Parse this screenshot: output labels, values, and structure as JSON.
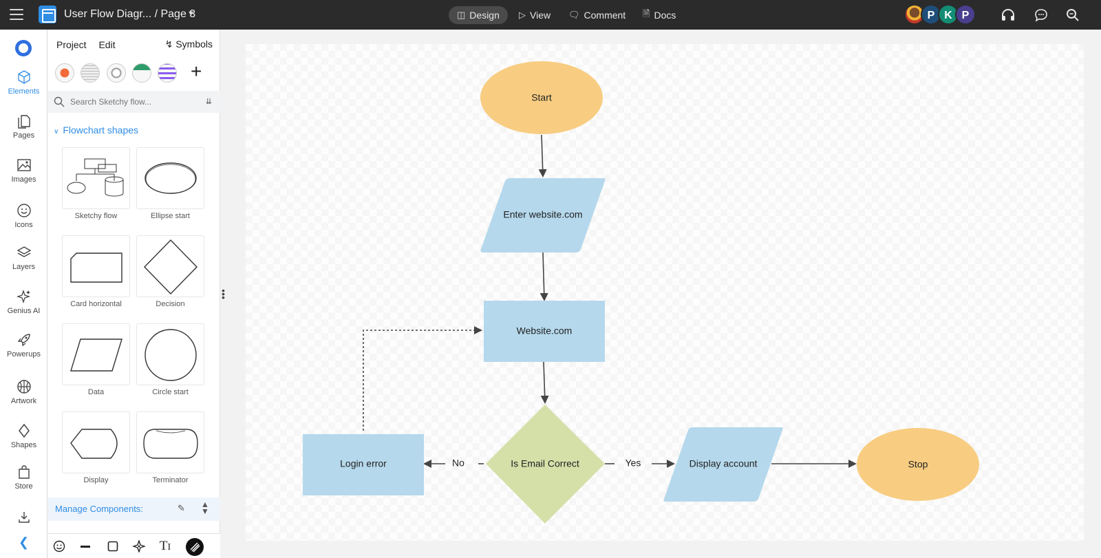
{
  "topbar": {
    "title": "User Flow Diagr... / Page 3",
    "modes": [
      {
        "label": "Design",
        "icon": "layout-icon",
        "active": true
      },
      {
        "label": "View",
        "icon": "play-icon",
        "active": false
      },
      {
        "label": "Comment",
        "icon": "comment-icon",
        "active": false
      },
      {
        "label": "Docs",
        "icon": "document-icon",
        "active": false
      }
    ],
    "avatars": [
      {
        "initial": "",
        "color": "#c0392b"
      },
      {
        "initial": "P",
        "color": "#1f4e79"
      },
      {
        "initial": "K",
        "color": "#138d75"
      },
      {
        "initial": "P",
        "color": "#4a3f8f"
      }
    ]
  },
  "leftnav": {
    "items": [
      {
        "label": "Elements",
        "icon": "cube-icon",
        "active": true
      },
      {
        "label": "Pages",
        "icon": "pages-icon",
        "active": false
      },
      {
        "label": "Images",
        "icon": "image-icon",
        "active": false
      },
      {
        "label": "Icons",
        "icon": "smiley-icon",
        "active": false
      },
      {
        "label": "Layers",
        "icon": "layers-icon",
        "active": false
      },
      {
        "label": "Genius AI",
        "icon": "sparkle-icon",
        "active": false
      },
      {
        "label": "Powerups",
        "icon": "rocket-icon",
        "active": false
      },
      {
        "label": "Artwork",
        "icon": "basketball-icon",
        "active": false
      },
      {
        "label": "Shapes",
        "icon": "diamond-icon",
        "active": false
      },
      {
        "label": "Store",
        "icon": "bag-icon",
        "active": false
      }
    ]
  },
  "panel": {
    "tabs": [
      "Project",
      "Edit"
    ],
    "symbols_label": "Symbols",
    "search_placeholder": "Search Sketchy flow...",
    "section_title": "Flowchart shapes",
    "tiles": [
      "Sketchy flow",
      "Ellipse start",
      "Card horizontal",
      "Decision",
      "Data",
      "Circle start",
      "Display",
      "Terminator"
    ],
    "manage_label": "Manage Components:"
  },
  "diagram": {
    "colors": {
      "terminal": "#f8cd82",
      "process": "#b5d8ec",
      "decision": "#d5e0a9",
      "edge": "#444444"
    },
    "nodes": {
      "start": "Start",
      "enter": "Enter website.com",
      "website": "Website.com",
      "decision": "Is Email Correct",
      "login_error": "Login error",
      "display": "Display account",
      "stop": "Stop"
    },
    "edge_labels": {
      "no": "No",
      "yes": "Yes"
    }
  }
}
